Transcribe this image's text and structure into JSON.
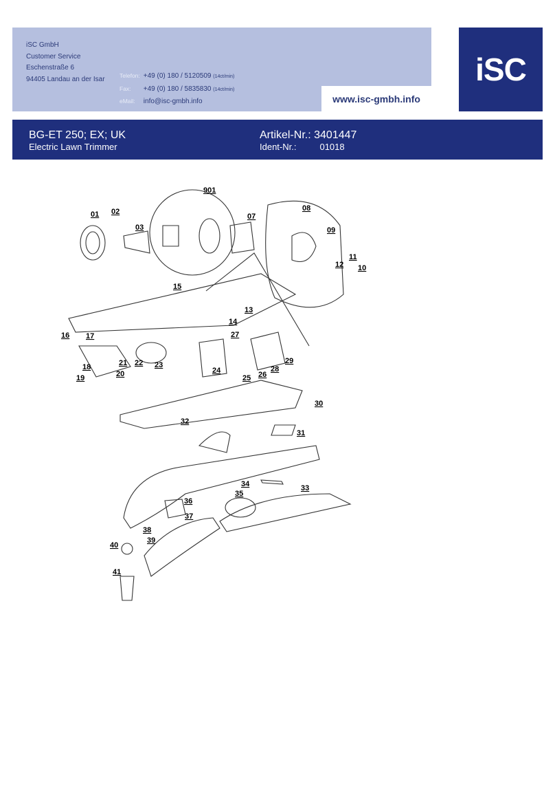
{
  "header": {
    "company": [
      "iSC GmbH",
      "Customer Service",
      "Eschenstraße 6",
      "94405 Landau an der Isar"
    ],
    "contact": [
      {
        "label": "Telefon:",
        "value": "+49 (0) 180 / 5120509",
        "note": "(14ct/min)"
      },
      {
        "label": "Fax:",
        "value": "+49 (0) 180 / 5835830",
        "note": "(14ct/min)"
      },
      {
        "label": "eMail:",
        "value": "info@isc-gmbh.info",
        "note": ""
      }
    ],
    "website": "www.isc-gmbh.info",
    "logo": "iSC"
  },
  "product": {
    "model": "BG-ET 250; EX; UK",
    "type": "Electric Lawn Trimmer",
    "article": "Artikel-Nr.: 3401447",
    "ident_label": "Ident-Nr.:",
    "ident_value": "01018"
  },
  "diagram": {
    "part_labels": [
      "901",
      "01",
      "02",
      "03",
      "07",
      "08",
      "09",
      "11",
      "12",
      "10",
      "15",
      "13",
      "14",
      "16",
      "17",
      "27",
      "18",
      "19",
      "20",
      "21",
      "22",
      "23",
      "24",
      "25",
      "26",
      "28",
      "29",
      "30",
      "32",
      "31",
      "34",
      "33",
      "35",
      "36",
      "37",
      "38",
      "39",
      "40",
      "41"
    ]
  }
}
